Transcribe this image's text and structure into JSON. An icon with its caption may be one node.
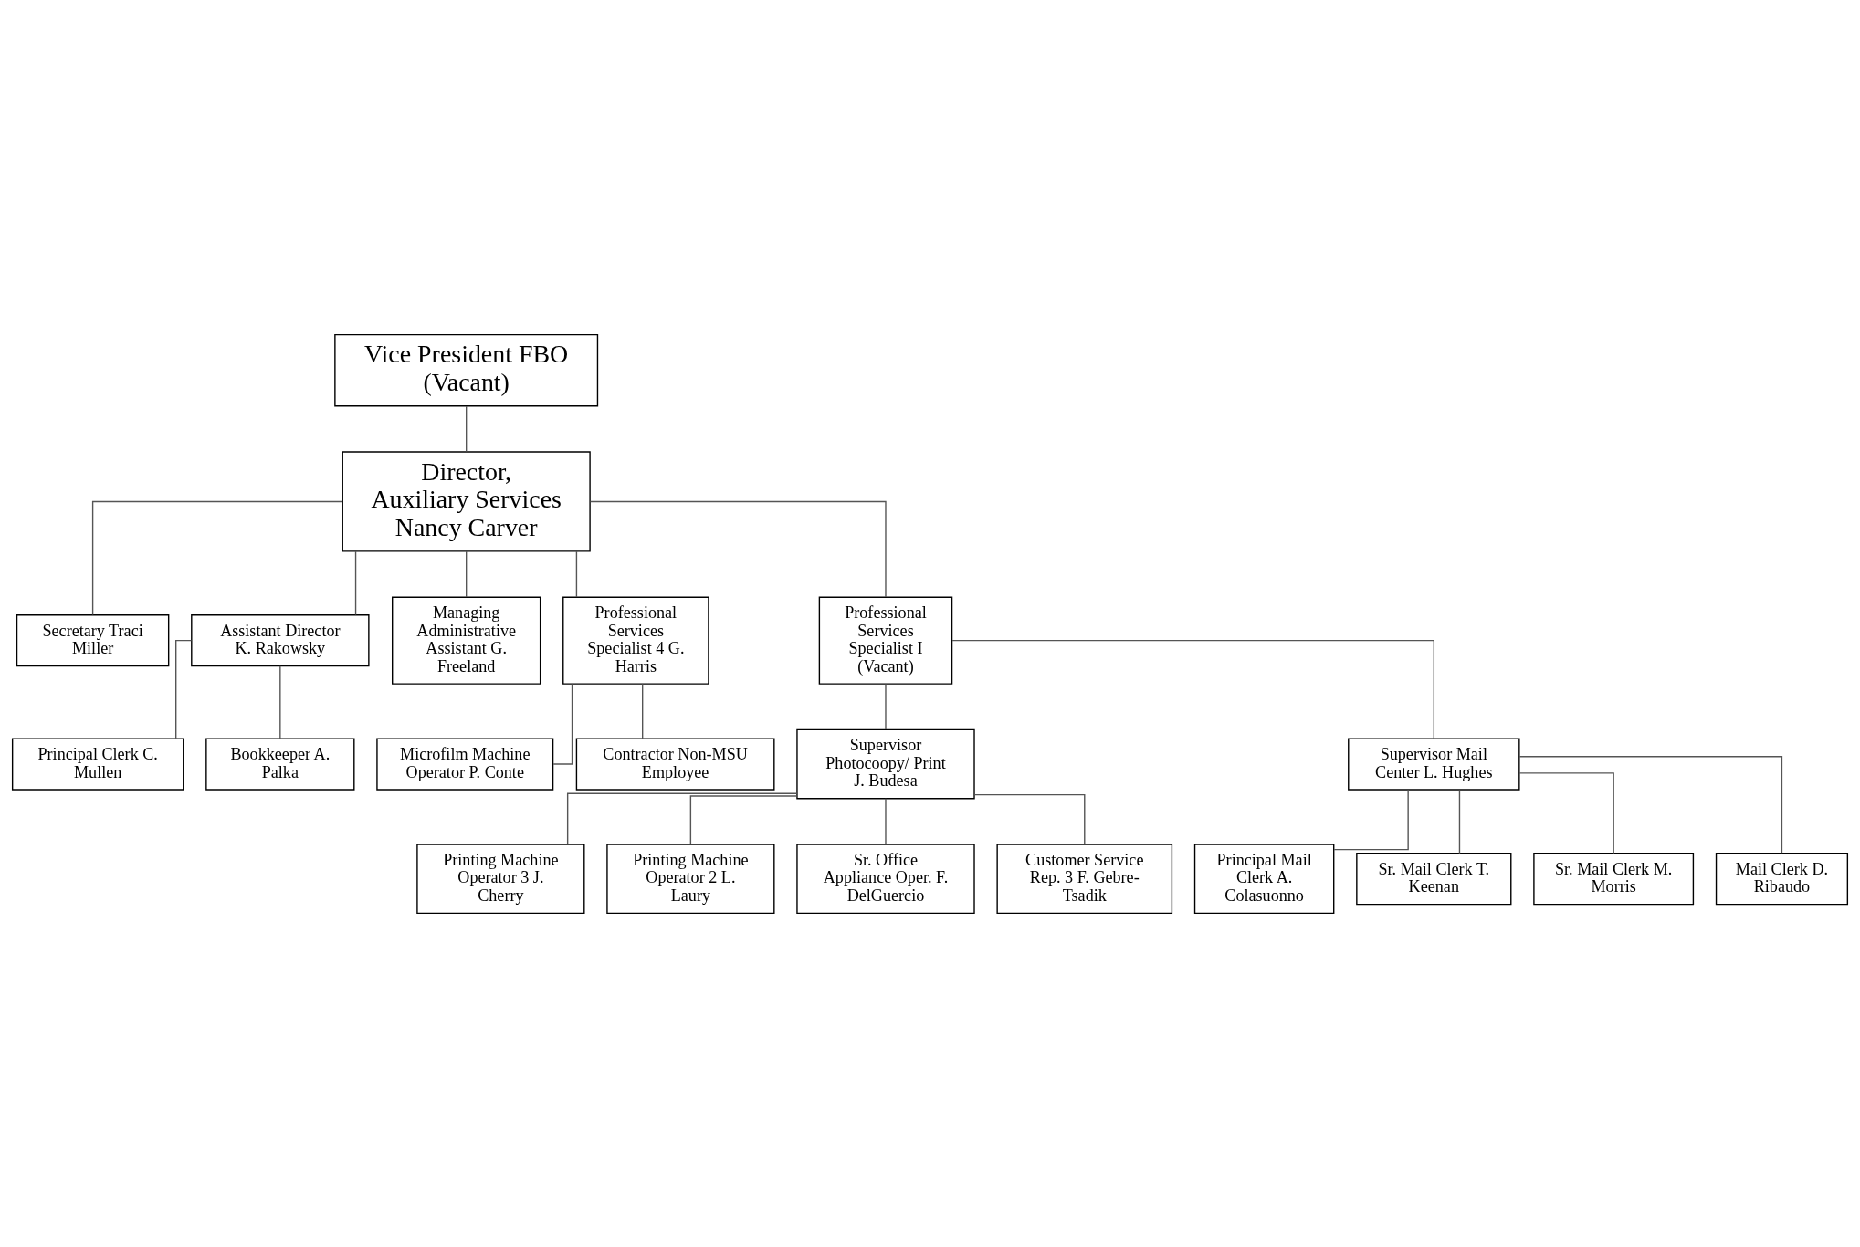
{
  "diagram": {
    "nodes": [
      {
        "text": [
          "Vice President FBO (Vacant)"
        ]
      },
      {
        "text": [
          "Director, Auxiliary Services Nancy Carver"
        ]
      },
      {
        "text": [
          "Secretary Traci Miller"
        ]
      },
      {
        "text": [
          "Assistant Director K. Rakowsky"
        ]
      },
      {
        "text": [
          "Managing Administrative Assistant G. Freeland"
        ]
      },
      {
        "text": [
          "Professional Services Specialist 4 G. Harris"
        ]
      },
      {
        "text": [
          "Professional Services Specialist I (Vacant)"
        ]
      },
      {
        "text": [
          "Principal Clerk C. Mullen"
        ]
      },
      {
        "text": [
          "Bookkeeper A. Palka"
        ]
      },
      {
        "text": [
          "Microfilm Machine Operator P. Conte"
        ]
      },
      {
        "text": [
          "Contractor Non-MSU Employee"
        ]
      },
      {
        "text": [
          "Supervisor Photocoopy/ Print J. Budesa"
        ]
      },
      {
        "text": [
          "Supervisor Mail Center L. Hughes"
        ]
      },
      {
        "text": [
          "Printing Machine Operator 3 J. Cherry"
        ]
      },
      {
        "text": [
          "Printing Machine Operator 2 L. Laury"
        ]
      },
      {
        "text": [
          "Sr. Office Appliance Oper. F. DelGuercio"
        ]
      },
      {
        "text": [
          "Customer Service Rep. 3 F. Gebre-Tsadik"
        ]
      },
      {
        "text": [
          "Principal Mail Clerk A. Colasuonno"
        ]
      },
      {
        "text": [
          "Sr. Mail Clerk T. Keenan"
        ]
      },
      {
        "text": [
          "Sr. Mail Clerk M. Morris"
        ]
      },
      {
        "text": [
          "Mail Clerk D. Ribaudo"
        ]
      }
    ],
    "edges": [
      {
        "from": 0,
        "to": 1,
        "arrow": "none"
      },
      {
        "from": 1,
        "to": 2,
        "arrow": "none"
      },
      {
        "from": 1,
        "to": 3,
        "arrow": "none"
      },
      {
        "from": 1,
        "to": 4,
        "arrow": "none"
      },
      {
        "from": 1,
        "to": 5,
        "arrow": "none"
      },
      {
        "from": 1,
        "to": 6,
        "arrow": "none"
      },
      {
        "from": 3,
        "to": 7,
        "arrow": "none"
      },
      {
        "from": 3,
        "to": 8,
        "arrow": "none"
      },
      {
        "from": 5,
        "to": 9,
        "arrow": "none"
      },
      {
        "from": 5,
        "to": 10,
        "arrow": "none"
      },
      {
        "from": 6,
        "to": 11,
        "arrow": "none"
      },
      {
        "from": 6,
        "to": 12,
        "arrow": "none"
      },
      {
        "from": 11,
        "to": 13,
        "arrow": "none"
      },
      {
        "from": 11,
        "to": 14,
        "arrow": "none"
      },
      {
        "from": 11,
        "to": 15,
        "arrow": "none"
      },
      {
        "from": 11,
        "to": 16,
        "arrow": "none"
      },
      {
        "from": 12,
        "to": 17,
        "arrow": "none"
      },
      {
        "from": 12,
        "to": 18,
        "arrow": "none"
      },
      {
        "from": 12,
        "to": 19,
        "arrow": "none"
      },
      {
        "from": 12,
        "to": 20,
        "arrow": "none"
      }
    ]
  }
}
